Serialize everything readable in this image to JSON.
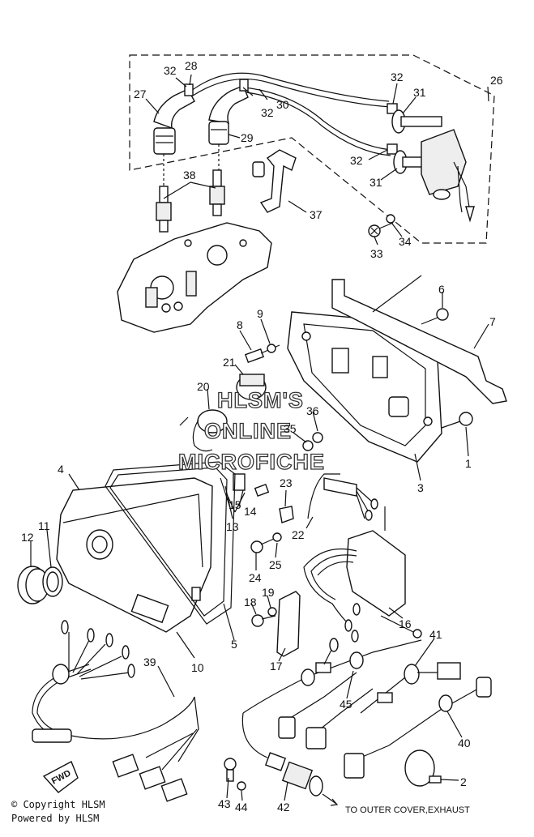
{
  "callouts": [
    "1",
    "2",
    "3",
    "4",
    "5",
    "6",
    "7",
    "8",
    "9",
    "10",
    "11",
    "12",
    "13",
    "14",
    "15",
    "16",
    "17",
    "18",
    "19",
    "20",
    "21",
    "22",
    "23",
    "24",
    "25",
    "26",
    "27",
    "28",
    "29",
    "30",
    "31",
    "32",
    "33",
    "34",
    "35",
    "36",
    "37",
    "38",
    "39",
    "40",
    "41",
    "42",
    "43",
    "44",
    "45"
  ],
  "labels": {
    "n28": "28",
    "n32a": "32",
    "n27": "27",
    "n32b": "32",
    "n30": "30",
    "n29": "29",
    "n32c": "32",
    "n31a": "31",
    "n26": "26",
    "n32d": "32",
    "n31b": "31",
    "n38": "38",
    "n37": "37",
    "n33": "33",
    "n34": "34",
    "n6": "6",
    "n7": "7",
    "n9": "9",
    "n8": "8",
    "n21": "21",
    "n20": "20",
    "n36": "36",
    "n35": "35",
    "n1": "1",
    "n3": "3",
    "n4": "4",
    "n23": "23",
    "n14": "14",
    "n15": "15",
    "n13": "13",
    "n22": "22",
    "n12": "12",
    "n11": "11",
    "n25": "25",
    "n24": "24",
    "n19": "19",
    "n18": "18",
    "n16": "16",
    "n5": "5",
    "n10": "10",
    "n17": "17",
    "n41": "41",
    "n39": "39",
    "n45": "45",
    "n40": "40",
    "n2": "2",
    "n43": "43",
    "n44": "44",
    "n42": "42"
  },
  "watermark": {
    "line1": "HLSM'S",
    "line2": "ONLINE",
    "line3": "MICROFICHE"
  },
  "fwd_label": "FWD",
  "exhaust_note": "TO OUTER COVER,EXHAUST",
  "footer": {
    "copyright": "© Copyright HLSM",
    "powered": "Powered by HLSM"
  }
}
